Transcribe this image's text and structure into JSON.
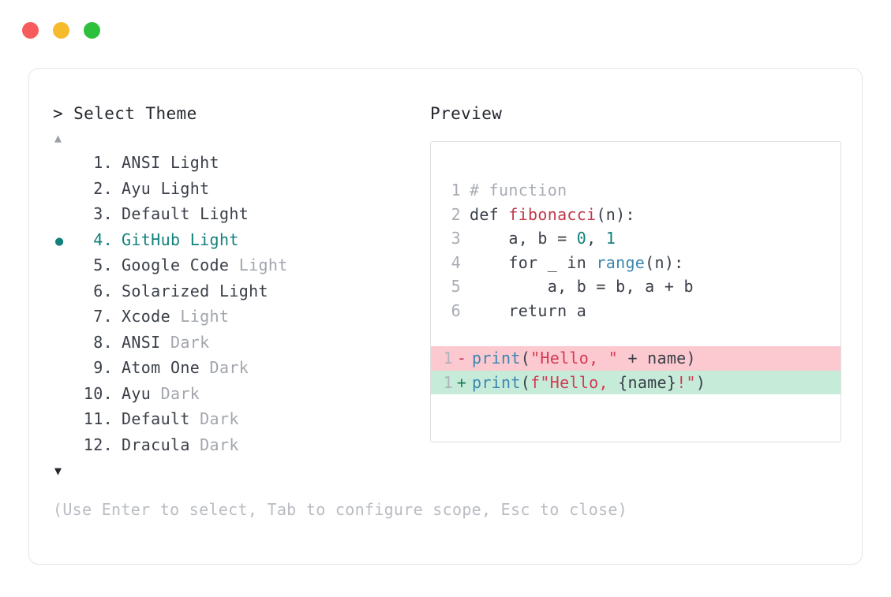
{
  "window": {
    "traffic_lights": [
      {
        "name": "close",
        "color": "#f65c5c"
      },
      {
        "name": "minimize",
        "color": "#f5bb2d"
      },
      {
        "name": "maximize",
        "color": "#2dc03d"
      }
    ]
  },
  "selector": {
    "prompt_caret": ">",
    "title": "Select Theme",
    "scroll_up_icon": "▲",
    "scroll_down_icon": "▼",
    "selected_bullet": "●",
    "accent_color": "#12807c",
    "items": [
      {
        "index": "1.",
        "name": "ANSI",
        "suffix": "Light",
        "suffix_muted": false,
        "selected": false
      },
      {
        "index": "2.",
        "name": "Ayu",
        "suffix": "Light",
        "suffix_muted": false,
        "selected": false
      },
      {
        "index": "3.",
        "name": "Default",
        "suffix": "Light",
        "suffix_muted": false,
        "selected": false
      },
      {
        "index": "4.",
        "name": "GitHub",
        "suffix": "Light",
        "suffix_muted": false,
        "selected": true
      },
      {
        "index": "5.",
        "name": "Google Code",
        "suffix": "Light",
        "suffix_muted": true,
        "selected": false
      },
      {
        "index": "6.",
        "name": "Solarized",
        "suffix": "Light",
        "suffix_muted": false,
        "selected": false
      },
      {
        "index": "7.",
        "name": "Xcode",
        "suffix": "Light",
        "suffix_muted": true,
        "selected": false
      },
      {
        "index": "8.",
        "name": "ANSI",
        "suffix": "Dark",
        "suffix_muted": true,
        "selected": false
      },
      {
        "index": "9.",
        "name": "Atom One",
        "suffix": "Dark",
        "suffix_muted": true,
        "selected": false
      },
      {
        "index": "10.",
        "name": "Ayu",
        "suffix": "Dark",
        "suffix_muted": true,
        "selected": false
      },
      {
        "index": "11.",
        "name": "Default",
        "suffix": "Dark",
        "suffix_muted": true,
        "selected": false
      },
      {
        "index": "12.",
        "name": "Dracula",
        "suffix": "Dark",
        "suffix_muted": true,
        "selected": false
      }
    ],
    "hint": "(Use Enter to select, Tab to configure scope, Esc to close)"
  },
  "preview": {
    "label": "Preview",
    "code_lines": [
      {
        "ln": "1",
        "tokens": [
          {
            "t": "# function",
            "c": "tok-comment"
          }
        ]
      },
      {
        "ln": "2",
        "tokens": [
          {
            "t": "def ",
            "c": "tok-kw"
          },
          {
            "t": "fibonacci",
            "c": "tok-fn"
          },
          {
            "t": "(n):",
            "c": "tok-plain"
          }
        ]
      },
      {
        "ln": "3",
        "tokens": [
          {
            "t": "    a, b = ",
            "c": "tok-plain"
          },
          {
            "t": "0",
            "c": "tok-num"
          },
          {
            "t": ", ",
            "c": "tok-plain"
          },
          {
            "t": "1",
            "c": "tok-num"
          }
        ]
      },
      {
        "ln": "4",
        "tokens": [
          {
            "t": "    for _ in ",
            "c": "tok-plain"
          },
          {
            "t": "range",
            "c": "tok-builtin"
          },
          {
            "t": "(n):",
            "c": "tok-plain"
          }
        ]
      },
      {
        "ln": "5",
        "tokens": [
          {
            "t": "        a, b = b, a + b",
            "c": "tok-plain"
          }
        ]
      },
      {
        "ln": "6",
        "tokens": [
          {
            "t": "    return a",
            "c": "tok-plain"
          }
        ]
      }
    ],
    "diff_lines": [
      {
        "ln": "1",
        "mark": "-",
        "kind": "del",
        "tokens": [
          {
            "t": "print",
            "c": "tok-call"
          },
          {
            "t": "(",
            "c": "tok-plain"
          },
          {
            "t": "\"Hello, \"",
            "c": "tok-str"
          },
          {
            "t": " + name)",
            "c": "tok-plain"
          }
        ]
      },
      {
        "ln": "1",
        "mark": "+",
        "kind": "add",
        "tokens": [
          {
            "t": "print",
            "c": "tok-call"
          },
          {
            "t": "(",
            "c": "tok-plain"
          },
          {
            "t": "f\"Hello, ",
            "c": "tok-str"
          },
          {
            "t": "{name}",
            "c": "tok-plain"
          },
          {
            "t": "!\"",
            "c": "tok-str"
          },
          {
            "t": ")",
            "c": "tok-plain"
          }
        ]
      }
    ]
  }
}
